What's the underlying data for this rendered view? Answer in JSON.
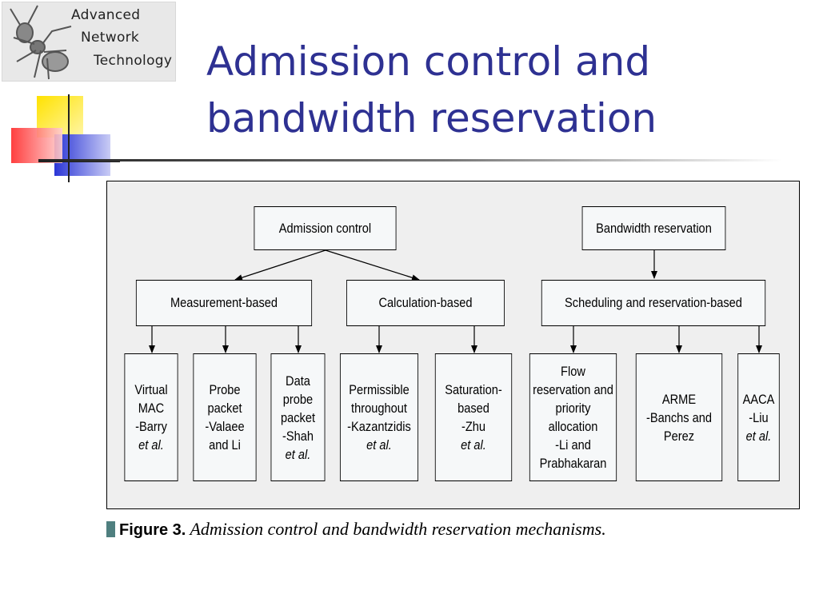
{
  "logo": {
    "lines": [
      "Advanced",
      "Network",
      "Technology"
    ],
    "icon": "ant-icon"
  },
  "title": {
    "line1": "Admission control and",
    "line2": "bandwidth reservation"
  },
  "colors": {
    "title": "#2e3192",
    "deco_yellow": "#ffe200",
    "deco_red": "#ff2a2a",
    "deco_blue": "#2b36d6",
    "caption_mark": "#4f7f7f"
  },
  "diagram": {
    "roots": {
      "admission": "Admission control",
      "bandwidth": "Bandwidth reservation"
    },
    "categories": {
      "measurement": "Measurement-based",
      "calculation": "Calculation-based",
      "scheduling": "Scheduling and reservation-based"
    },
    "leaves": {
      "virtual_mac": {
        "line1": "Virtual",
        "line2": "MAC",
        "line3": "-Barry",
        "line4": "et al."
      },
      "probe_packet": {
        "line1": "Probe",
        "line2": "packet",
        "line3": "-Valaee",
        "line4": "and Li"
      },
      "data_probe": {
        "line1": "Data",
        "line2": "probe",
        "line3": "packet",
        "line4": "-Shah",
        "line5": "et al."
      },
      "permissible": {
        "line1": "Permissible",
        "line2": "throughout",
        "line3": "-Kazantzidis",
        "line4": "et al."
      },
      "saturation": {
        "line1": "Saturation-",
        "line2": "based",
        "line3": "-Zhu ",
        "line3_it": "et al."
      },
      "flow": {
        "line1": "Flow",
        "line2": "reservation and",
        "line3": "priority",
        "line4": "allocation",
        "line5": "-Li and",
        "line6": "Prabhakaran"
      },
      "arme": {
        "line1": "ARME",
        "line2": "-Banchs and",
        "line3": "Perez"
      },
      "aaca": {
        "line1": "AACA",
        "line2": "-Liu",
        "line3": "et al."
      }
    }
  },
  "caption": {
    "label": "Figure 3.",
    "text": " Admission control and bandwidth reservation mechanisms."
  }
}
